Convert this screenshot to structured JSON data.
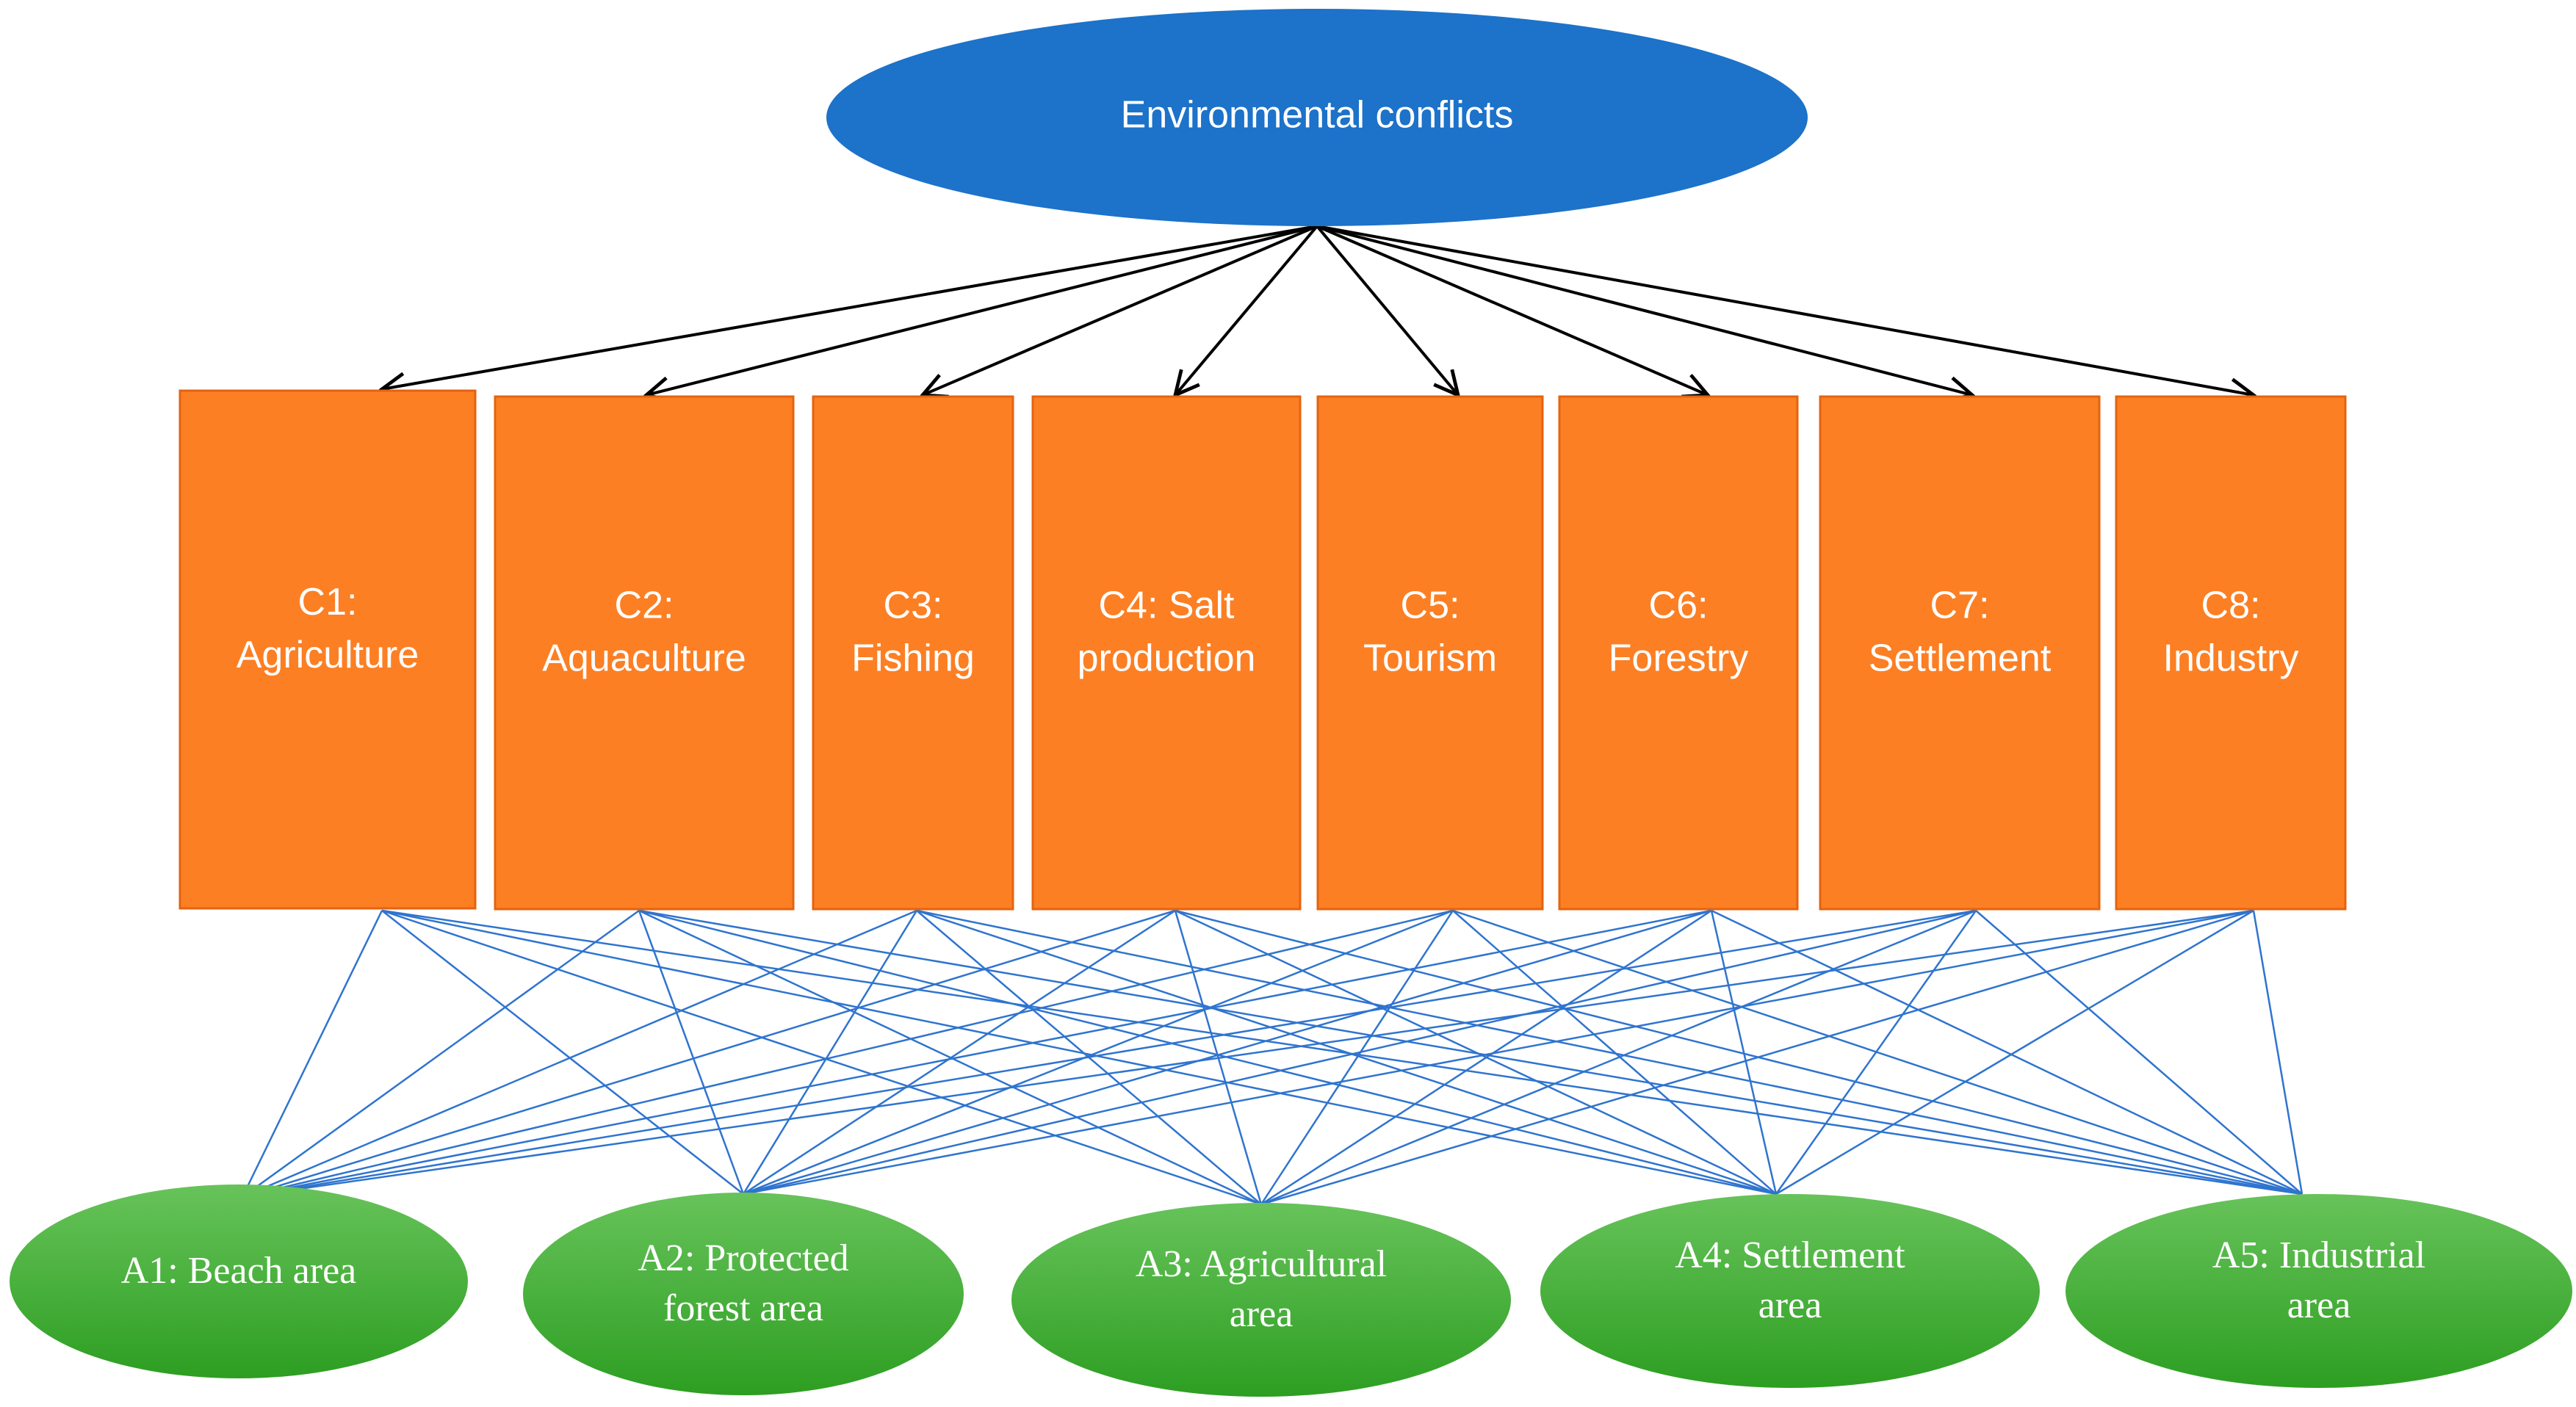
{
  "goal": {
    "label": "Environmental conflicts"
  },
  "criteria": [
    {
      "id": "c1",
      "lines": [
        "C1:",
        "Agriculture"
      ]
    },
    {
      "id": "c2",
      "lines": [
        "C2:",
        "Aquaculture"
      ]
    },
    {
      "id": "c3",
      "lines": [
        "C3:",
        "Fishing"
      ]
    },
    {
      "id": "c4",
      "lines": [
        "C4: Salt",
        "production"
      ]
    },
    {
      "id": "c5",
      "lines": [
        "C5:",
        "Tourism"
      ]
    },
    {
      "id": "c6",
      "lines": [
        "C6:",
        "Forestry"
      ]
    },
    {
      "id": "c7",
      "lines": [
        "C7:",
        "Settlement"
      ]
    },
    {
      "id": "c8",
      "lines": [
        "C8:",
        "Industry"
      ]
    }
  ],
  "alternatives": [
    {
      "id": "a1",
      "lines": [
        "A1: Beach area"
      ]
    },
    {
      "id": "a2",
      "lines": [
        "A2: Protected",
        "forest area"
      ]
    },
    {
      "id": "a3",
      "lines": [
        "A3: Agricultural",
        "area"
      ]
    },
    {
      "id": "a4",
      "lines": [
        "A4: Settlement",
        "area"
      ]
    },
    {
      "id": "a5",
      "lines": [
        "A5: Industrial",
        "area"
      ]
    }
  ],
  "colors": {
    "goal_fill": "#1d72c9",
    "criteria_fill": "#fc7f24",
    "alternative_fill": "#3daa2f",
    "link_color": "#2f74cf",
    "arrow_color": "#000000"
  }
}
